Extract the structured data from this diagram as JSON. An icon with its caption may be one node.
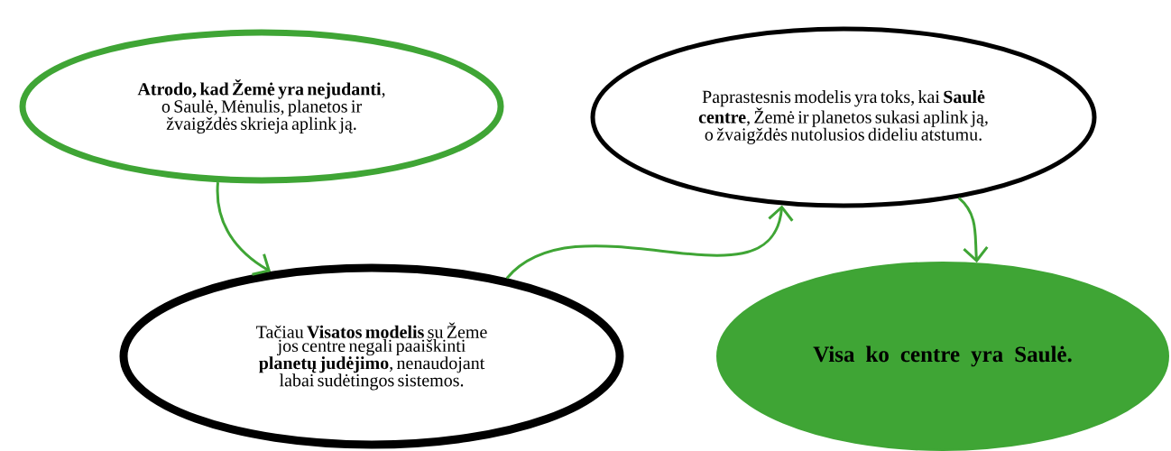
{
  "diagram": {
    "nodes": [
      {
        "text": [
          "**Atrodo, kad Žemė yra nejudanti**, o Saulė, Mėnulis, planetos ir žvaigždės skrieja aplink ją."
        ]
      },
      {
        "text": [
          "Tačiau **Visatos modelis** su Žeme jos centre negali paaiškinti **planetų judėjimo**, nenaudojant labai sudėtingos sistemos."
        ]
      },
      {
        "text": [
          "Paprastesnis modelis yra toks, kai **Saulė centre**, Žemė ir planetos sukasi aplink ją, o žvaigždės nutolusios dideliu atstumu."
        ]
      },
      {
        "text": [
          "Visa ko centre yra Saulė."
        ]
      }
    ],
    "edges": [
      {
        "from": 0,
        "to": 1,
        "arrow": "to"
      },
      {
        "from": 1,
        "to": 2,
        "arrow": "to"
      },
      {
        "from": 2,
        "to": 3,
        "arrow": "to"
      }
    ]
  }
}
